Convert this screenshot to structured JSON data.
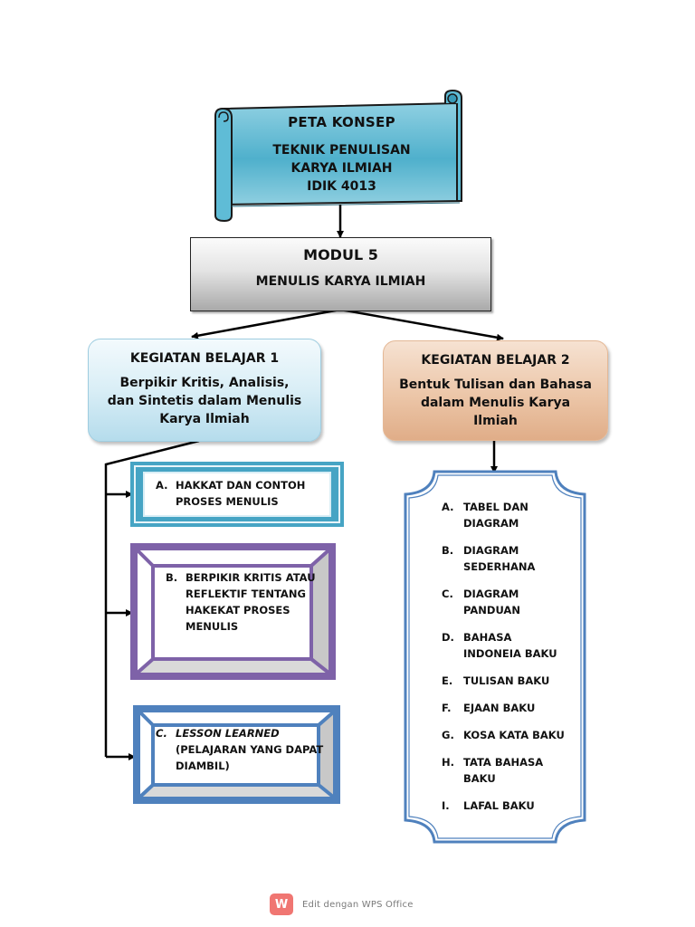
{
  "scroll": {
    "title": "PETA KONSEP",
    "subtitle_lines": [
      "TEKNIK PENULISAN",
      "KARYA ILMIAH",
      "IDIK 4013"
    ],
    "color": "#4fb0cc"
  },
  "modul": {
    "title": "MODUL 5",
    "subtitle": "MENULIS KARYA ILMIAH"
  },
  "kegiatan_1": {
    "heading": "KEGIATAN BELAJAR 1",
    "body_lines": [
      "Berpikir Kritis, Analisis,",
      "dan Sintetis dalam Menulis",
      "Karya Ilmiah"
    ],
    "color": "#d9eef6"
  },
  "kegiatan_2": {
    "heading": "KEGIATAN BELAJAR 2",
    "body_lines": [
      "Bentuk Tulisan dan Bahasa",
      "dalam Menulis Karya",
      "Ilmiah"
    ],
    "color": "#ecc6a8"
  },
  "kb1_items": [
    {
      "label": "A.",
      "lines": [
        "HAKKAT DAN CONTOH",
        "PROSES MENULIS"
      ],
      "frame_color": "#46a4c4"
    },
    {
      "label": "B.",
      "lines": [
        "BERPIKIR KRITIS ATAU",
        "REFLEKTIF TENTANG",
        "HAKEKAT PROSES",
        "MENULIS"
      ],
      "frame_color": "#7e62a8"
    },
    {
      "label": "C.",
      "lines": [
        "LESSON LEARNED",
        "(PELAJARAN YANG DAPAT",
        "DIAMBIL)"
      ],
      "frame_color": "#4f81bd"
    }
  ],
  "kb2_items": [
    {
      "label": "A.",
      "lines": [
        "TABEL DAN",
        "DIAGRAM"
      ]
    },
    {
      "label": "B.",
      "lines": [
        "DIAGRAM",
        "SEDERHANA"
      ]
    },
    {
      "label": "C.",
      "lines": [
        "DIAGRAM",
        "PANDUAN"
      ]
    },
    {
      "label": "D.",
      "lines": [
        "BAHASA",
        "INDONEIA BAKU"
      ]
    },
    {
      "label": "E.",
      "lines": [
        "TULISAN BAKU"
      ]
    },
    {
      "label": "F.",
      "lines": [
        "EJAAN BAKU"
      ]
    },
    {
      "label": "G.",
      "lines": [
        "KOSA KATA BAKU"
      ]
    },
    {
      "label": "H.",
      "lines": [
        "TATA BAHASA",
        "BAKU"
      ]
    },
    {
      "label": "I.",
      "lines": [
        "LAFAL BAKU"
      ]
    }
  ],
  "footer": {
    "logo_glyph": "W",
    "text": "Edit dengan WPS Office",
    "logo_color": "#f07672"
  }
}
